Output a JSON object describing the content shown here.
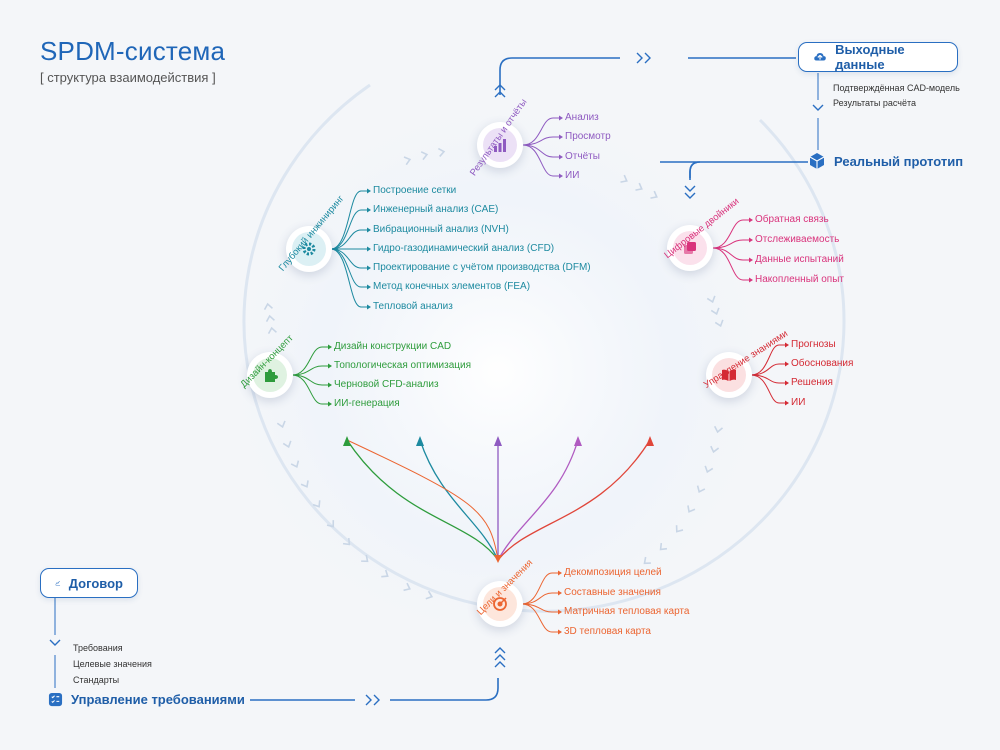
{
  "header": {
    "title": "SPDM-система",
    "subtitle": "[ структура взаимодействия ]"
  },
  "top_right": {
    "output_label": "Выходные данные",
    "output_items": [
      "Подтверждённая CAD-модель",
      "Результаты расчёта"
    ],
    "prototype_label": "Реальный прототип"
  },
  "bottom_left": {
    "contract_label": "Договор",
    "contract_items": [
      "Требования",
      "Целевые значения",
      "Стандарты"
    ],
    "requirements_label": "Управление требованиями"
  },
  "stages": {
    "results": {
      "label": "Результаты и отчёты",
      "color": "#8f5bc1",
      "items": [
        "Анализ",
        "Просмотр",
        "Отчёты",
        "ИИ"
      ]
    },
    "deep_eng": {
      "label": "Глубокий инжиниринг",
      "color": "#1d8aa0",
      "items": [
        "Построение сетки",
        "Инженерный анализ (CAE)",
        "Вибрационный анализ (NVH)",
        "Гидро-газодинамический анализ (CFD)",
        "Проектирование с учётом производства (DFM)",
        "Метод конечных элементов (FEA)",
        "Тепловой анализ"
      ]
    },
    "twins": {
      "label": "Цифровые двойники",
      "color": "#d9337c",
      "items": [
        "Обратная связь",
        "Отслеживаемость",
        "Данные испытаний",
        "Накопленный опыт"
      ]
    },
    "design": {
      "label": "Дизайн-концепт",
      "color": "#2e9c3c",
      "items": [
        "Дизайн конструкции CAD",
        "Топологическая оптимизация",
        "Черновой CFD-анализ",
        "ИИ-генерация"
      ]
    },
    "knowledge": {
      "label": "Управление знаниями",
      "color": "#d42a34",
      "items": [
        "Прогнозы",
        "Обоснования",
        "Решения",
        "ИИ"
      ]
    },
    "goals": {
      "label": "Цели и значения",
      "color": "#ec6531",
      "items": [
        "Декомпозиция целей",
        "Составные значения",
        "Матричная тепловая карта",
        "3D тепловая карта"
      ]
    }
  },
  "icons": {
    "results": "bar-chart-icon",
    "deep_eng": "gear-icon",
    "twins": "layers-icon",
    "design": "puzzle-icon",
    "knowledge": "book-icon",
    "goals": "target-icon",
    "output": "cloud-upload-icon",
    "prototype": "cube-icon",
    "contract": "signature-icon",
    "requirements": "checklist-icon"
  },
  "colors": {
    "accent": "#1f66b8"
  }
}
